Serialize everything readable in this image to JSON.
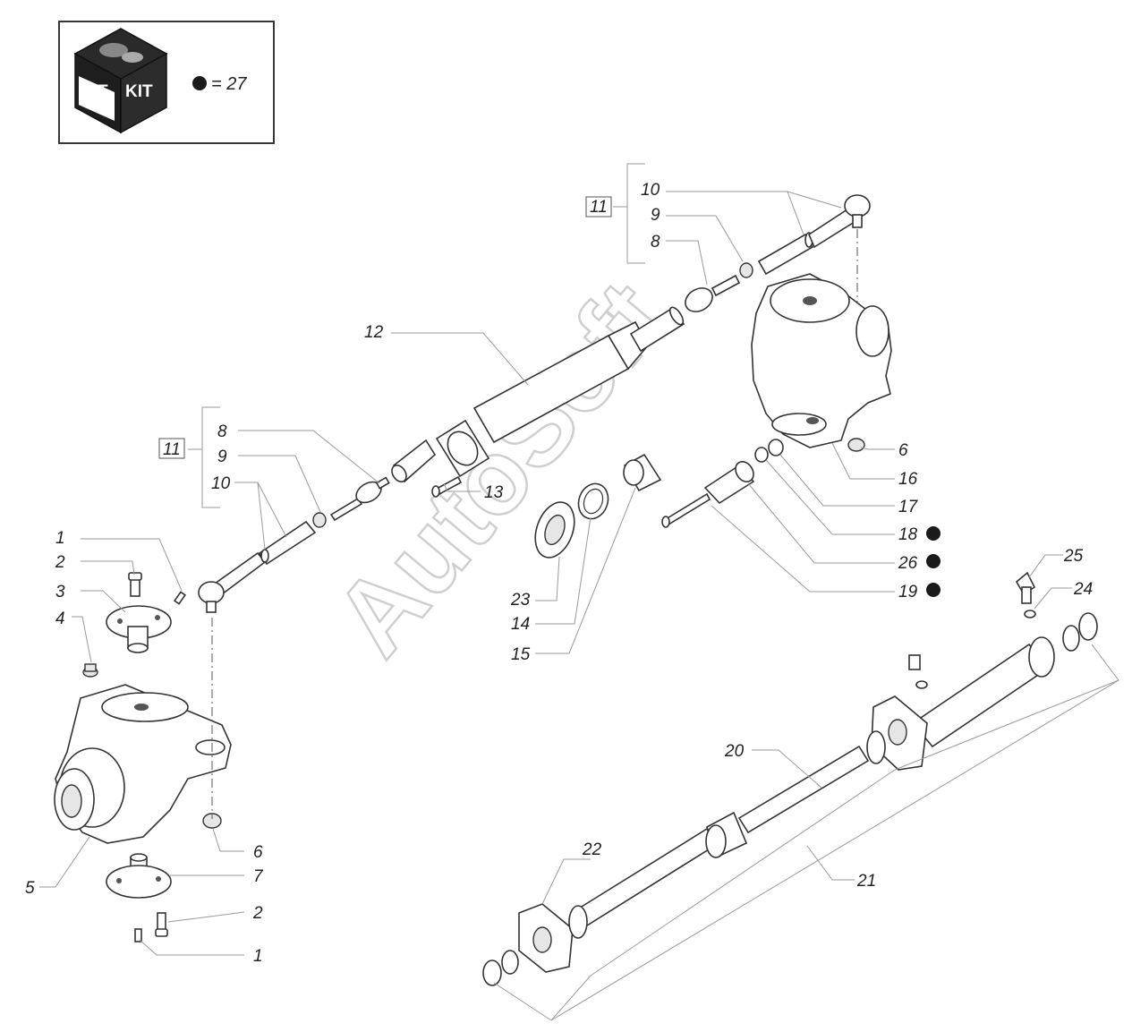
{
  "kit_box": {
    "kit_label_1": "KIT",
    "kit_label_2": "KIT",
    "legend_text": "= 27"
  },
  "watermark": "AutoSoft",
  "callouts": {
    "c1a": "1",
    "c2a": "2",
    "c3": "3",
    "c4": "4",
    "c5": "5",
    "c6a": "6",
    "c7": "7",
    "c2b": "2",
    "c1b": "1",
    "c11a": "11",
    "c8a": "8",
    "c9a": "9",
    "c10a": "10",
    "c12": "12",
    "c13": "13",
    "c23": "23",
    "c14": "14",
    "c15": "15",
    "c11b": "11",
    "c10b": "10",
    "c9b": "9",
    "c8b": "8",
    "c6b": "6",
    "c16": "16",
    "c17": "17",
    "c18": "18",
    "c26": "26",
    "c19": "19",
    "c25": "25",
    "c24": "24",
    "c20": "20",
    "c21": "21",
    "c22": "22"
  },
  "kit_members": [
    "18",
    "26",
    "19"
  ],
  "kit_marker_color": "#1a1a1a"
}
